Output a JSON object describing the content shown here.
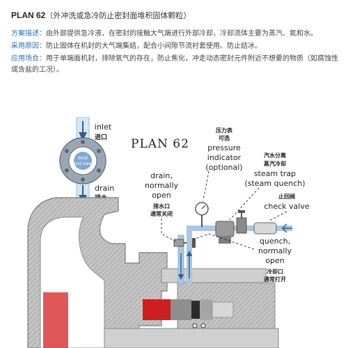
{
  "header": {
    "plan_name": "PLAN 62",
    "plan_desc": "（外冲洗或急冷防止密封面堆积固体颗粒）",
    "rows": [
      {
        "label": "方案描述：",
        "text": "由外部提供急冷液，在密封的接触大气端进行外部冷却，冷却流体主要为蒸汽、氮和水。"
      },
      {
        "label": "采用原因：",
        "text": "防止固体在机封的大气端集结，配合小间隙节流衬套使用。防止结冰。"
      },
      {
        "label": "应用场合：",
        "text": "用于单端面机封，排除氧气的存在，防止焦化，冲走动态密封元件附近不想要的物质（如腐蚀性或含盐的工况）。"
      }
    ]
  },
  "diagram": {
    "plan_label": "PLAN 62",
    "inlet_en": "inlet",
    "inlet_cn": "进口",
    "drain_en": "drain",
    "drain_cn": "排水",
    "seal_end_view": [
      "seal",
      "end view"
    ],
    "drain_normally_open": [
      "drain,",
      "normally",
      "open"
    ],
    "drain_normally_open_cn": [
      "排水口",
      "通常关闭"
    ],
    "pressure_indicator_cn": [
      "压力表",
      "可选"
    ],
    "pressure_indicator_en": [
      "pressure",
      "indicator",
      "(optional)"
    ],
    "steam_trap_cn": [
      "汽水分离",
      "蒸汽冷却"
    ],
    "steam_trap_en": [
      "steam trap",
      "(steam quench)"
    ],
    "check_valve_cn": "止回阀",
    "check_valve_en": "check valve",
    "quench_en": [
      "quench,",
      "normally",
      "open"
    ],
    "quench_cn": [
      "冷却口",
      "通常打开"
    ]
  },
  "colors": {
    "label_blue": "#2a6fb8",
    "pump_gray": "#b9b9b9",
    "pipe_blue": "#a8c8e4",
    "seal_red": "#cc1f1f",
    "dark": "#333333"
  }
}
